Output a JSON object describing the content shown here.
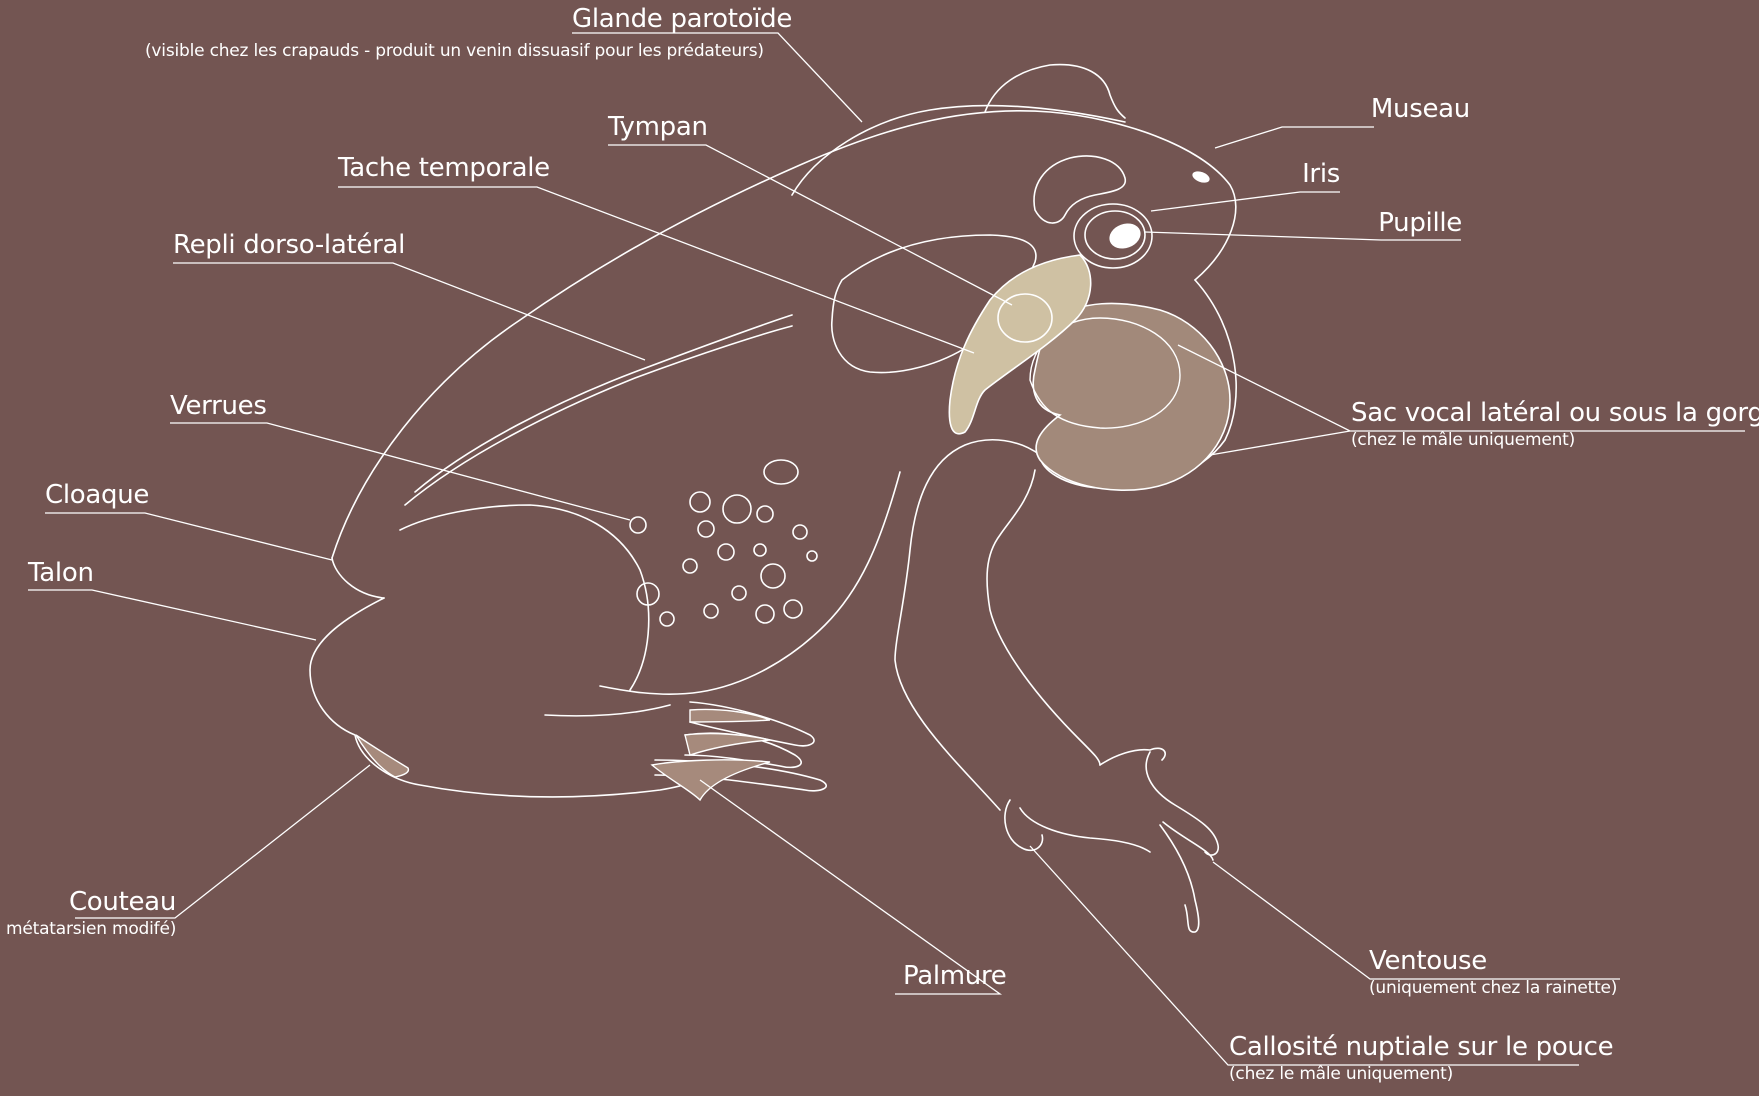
{
  "colors": {
    "background": "#735552",
    "outline": "#ffffff",
    "fill_light": "#cfc1a3",
    "fill_medium": "#a2897a",
    "fill_webbing": "#a68a7c"
  },
  "labels": {
    "glande_parotoide": {
      "title": "Glande parotoïde",
      "note": "(visible chez les crapauds - produit un venin dissuasif pour les prédateurs)"
    },
    "tympan": {
      "title": "Tympan"
    },
    "tache_temporale": {
      "title": "Tache temporale"
    },
    "repli_dorso_lateral": {
      "title": "Repli dorso-latéral"
    },
    "verrues": {
      "title": "Verrues"
    },
    "cloaque": {
      "title": "Cloaque"
    },
    "talon": {
      "title": "Talon"
    },
    "couteau": {
      "title": "Couteau",
      "note": "métatarsien modifé)"
    },
    "palmure": {
      "title": "Palmure"
    },
    "museau": {
      "title": "Museau"
    },
    "iris": {
      "title": "Iris"
    },
    "pupille": {
      "title": "Pupille"
    },
    "sac_vocal": {
      "title": "Sac vocal latéral ou sous la gorge",
      "note": "(chez le mâle uniquement)"
    },
    "ventouse": {
      "title": "Ventouse",
      "note": "(uniquement chez la rainette)"
    },
    "callosite": {
      "title": "Callosité nuptiale sur le pouce",
      "note": "(chez le mâle uniquement)"
    }
  }
}
